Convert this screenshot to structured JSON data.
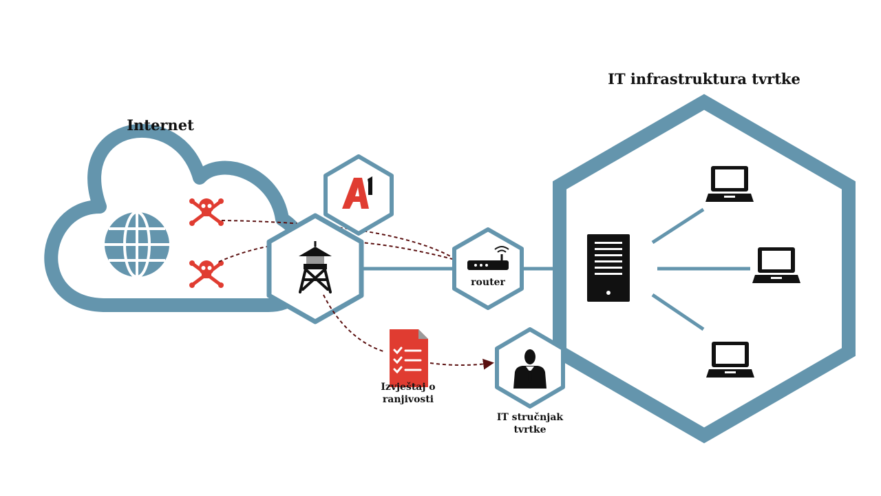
{
  "colors": {
    "hex_stroke": "#6495ad",
    "threat": "#e03c31",
    "dashed_arrow": "#5a0f0f",
    "icon_dark": "#111111",
    "text": "#111111"
  },
  "labels": {
    "internet": "Internet",
    "company_infrastructure": "IT infrastruktura tvrtke",
    "router": "router",
    "report": [
      "Izvještaj o",
      "ranjivosti"
    ],
    "it_expert": [
      "IT stručnjak",
      "tvrtke"
    ],
    "provider_logo": "A1"
  },
  "icons": {
    "globe": "globe-icon",
    "threats": [
      "skull-crossbones-icon",
      "skull-crossbones-icon"
    ],
    "watchtower": "watchtower-icon",
    "router": "router-icon",
    "report": "report-document-icon",
    "it_expert": "person-suit-icon",
    "server": "server-icon",
    "laptops": [
      "laptop-icon",
      "laptop-icon",
      "laptop-icon"
    ]
  }
}
